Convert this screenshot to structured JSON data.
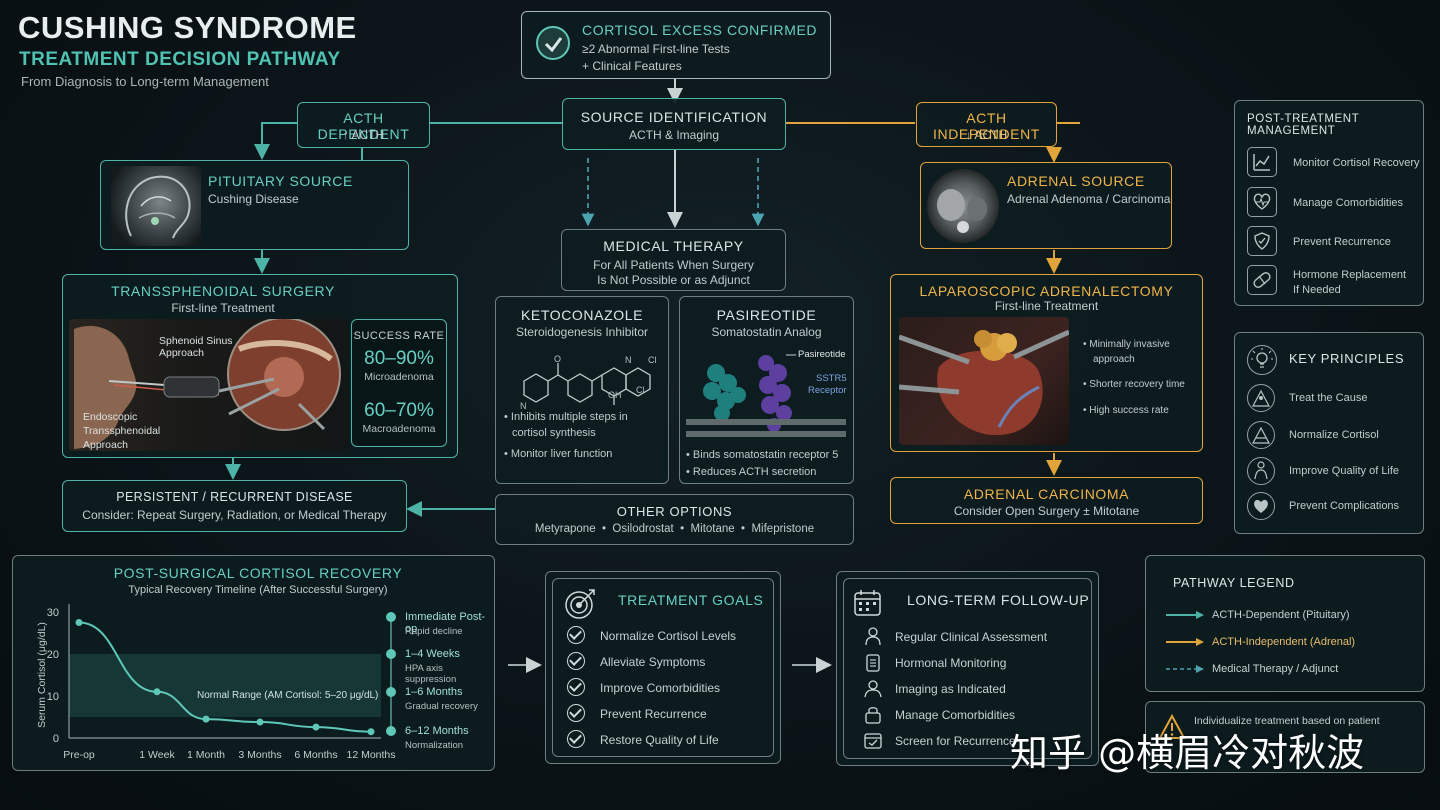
{
  "header": {
    "title": "CUSHING SYNDROME",
    "subtitle": "TREATMENT DECISION PATHWAY",
    "tagline": "From Diagnosis to Long-term Management"
  },
  "cortisol_excess": {
    "title": "CORTISOL EXCESS CONFIRMED",
    "line1": "≥2 Abnormal First-line Tests",
    "line2": "+ Clinical Features"
  },
  "source_identification": {
    "title": "SOURCE IDENTIFICATION",
    "sub": "ACTH & Imaging"
  },
  "acth_dependent": {
    "title": "ACTH DEPENDENT",
    "sub": "↑ ACTH"
  },
  "acth_independent": {
    "title": "ACTH INDEPENDENT",
    "sub": "↓ ACTH"
  },
  "pituitary": {
    "title": "PITUITARY SOURCE",
    "sub": "Cushing Disease"
  },
  "adrenal": {
    "title": "ADRENAL SOURCE",
    "sub": "Adrenal Adenoma / Carcinoma"
  },
  "medical_therapy": {
    "title": "MEDICAL THERAPY",
    "line1": "For All Patients When Surgery",
    "line2": "Is Not Possible or as Adjunct"
  },
  "tss": {
    "title": "TRANSSPHENOIDAL SURGERY",
    "sub": "First-line Treatment",
    "label_approach1": "Sphenoid Sinus",
    "label_approach2": "Approach",
    "label_endo1": "Endoscopic",
    "label_endo2": "Transsphenoidal",
    "label_endo3": "Approach",
    "success_title": "SUCCESS RATE",
    "rate1": "80–90%",
    "rate1_label": "Microadenoma",
    "rate2": "60–70%",
    "rate2_label": "Macroadenoma"
  },
  "ketoconazole": {
    "title": "KETOCONAZOLE",
    "sub": "Steroidogenesis Inhibitor",
    "atom_o": "O",
    "atom_n1": "N",
    "atom_n2": "N",
    "atom_cl1": "Cl",
    "atom_cl2": "Cl",
    "atom_oh": "OH",
    "b1a": "• Inhibits multiple steps in",
    "b1b": "cortisol synthesis",
    "b2": "• Monitor liver function"
  },
  "pasireotide": {
    "title": "PASIREOTIDE",
    "sub": "Somatostatin Analog",
    "label_drug": "Pasireotide",
    "label_rec1": "SSTR5",
    "label_rec2": "Receptor",
    "b1": "• Binds somatostatin receptor 5",
    "b2": "• Reduces ACTH secretion"
  },
  "adrenalectomy": {
    "title": "LAPAROSCOPIC ADRENALECTOMY",
    "sub": "First-line Treatment",
    "b1a": "• Minimally invasive",
    "b1b": "approach",
    "b2": "• Shorter recovery time",
    "b3": "• High success rate"
  },
  "persistent": {
    "title": "PERSISTENT / RECURRENT DISEASE",
    "sub": "Consider: Repeat Surgery, Radiation, or Medical Therapy"
  },
  "other_options": {
    "title": "OTHER OPTIONS",
    "items": "Metyrapone  •  Osilodrostat  •  Mitotane  •  Mifepristone"
  },
  "adrenal_carcinoma": {
    "title": "ADRENAL CARCINOMA",
    "sub": "Consider Open Surgery ± Mitotane"
  },
  "post_management": {
    "title": "POST-TREATMENT MANAGEMENT",
    "items": [
      {
        "label": "Monitor Cortisol Recovery",
        "icon": "chart-icon"
      },
      {
        "label": "Manage Comorbidities",
        "icon": "heart-icon"
      },
      {
        "label": "Prevent Recurrence",
        "icon": "shield-icon"
      },
      {
        "label": "Hormone Replacement",
        "label2": "If Needed",
        "icon": "pill-icon"
      }
    ]
  },
  "key_principles": {
    "title": "KEY PRINCIPLES",
    "items": [
      "Treat the Cause",
      "Normalize Cortisol",
      "Improve Quality of Life",
      "Prevent Complications"
    ]
  },
  "recovery_chart": {
    "title": "POST-SURGICAL CORTISOL RECOVERY",
    "sub": "Typical Recovery Timeline (After Successful Surgery)",
    "normal_range_label": "Normal Range (AM Cortisol: 5–20 μg/dL)",
    "timeline": [
      {
        "title": "Immediate Post-op",
        "desc": "Rapid decline"
      },
      {
        "title": "1–4 Weeks",
        "desc": "HPA axis suppression"
      },
      {
        "title": "1–6 Months",
        "desc": "Gradual recovery"
      },
      {
        "title": "6–12 Months",
        "desc": "Normalization"
      }
    ]
  },
  "chart_data": {
    "type": "line",
    "title": "POST-SURGICAL CORTISOL RECOVERY",
    "subtitle": "Typical Recovery Timeline (After Successful Surgery)",
    "xlabel": "",
    "ylabel": "Serum Cortisol (μg/dL)",
    "categories": [
      "Pre-op",
      "1 Week",
      "1 Month",
      "3 Months",
      "6 Months",
      "12 Months"
    ],
    "yticks": [
      0,
      10,
      20,
      30
    ],
    "ylim": [
      0,
      30
    ],
    "values": [
      27.5,
      11,
      4.5,
      3.8,
      2.6,
      1.5
    ],
    "normal_range": [
      5,
      20
    ],
    "grid": false,
    "colors": {
      "line": "#5ec7b8",
      "band": "#1f4f4a"
    }
  },
  "treatment_goals": {
    "title": "TREATMENT GOALS",
    "items": [
      "Normalize Cortisol Levels",
      "Alleviate Symptoms",
      "Improve Comorbidities",
      "Prevent Recurrence",
      "Restore Quality of Life"
    ]
  },
  "followup": {
    "title": "LONG-TERM FOLLOW-UP",
    "items": [
      {
        "label": "Regular Clinical Assessment",
        "icon": "doctor-icon"
      },
      {
        "label": "Hormonal Monitoring",
        "icon": "clipboard-icon"
      },
      {
        "label": "Imaging as Indicated",
        "icon": "scan-icon"
      },
      {
        "label": "Manage Comorbidities",
        "icon": "lock-icon"
      },
      {
        "label": "Screen for Recurrence",
        "icon": "calendar-check-icon"
      }
    ]
  },
  "legend": {
    "title": "PATHWAY LEGEND",
    "items": [
      {
        "label": "ACTH-Dependent (Pituitary)"
      },
      {
        "label": "ACTH-Independent (Adrenal)"
      },
      {
        "label": "Medical Therapy / Adjunct"
      }
    ]
  },
  "note": {
    "text": "Individualize treatment based on patient"
  },
  "watermark": "知乎 @横眉冷对秋波",
  "colors": {
    "teal": "#4db3a6",
    "orange": "#e0a43a",
    "gray": "#6d7d80",
    "background": "#0b1418"
  }
}
